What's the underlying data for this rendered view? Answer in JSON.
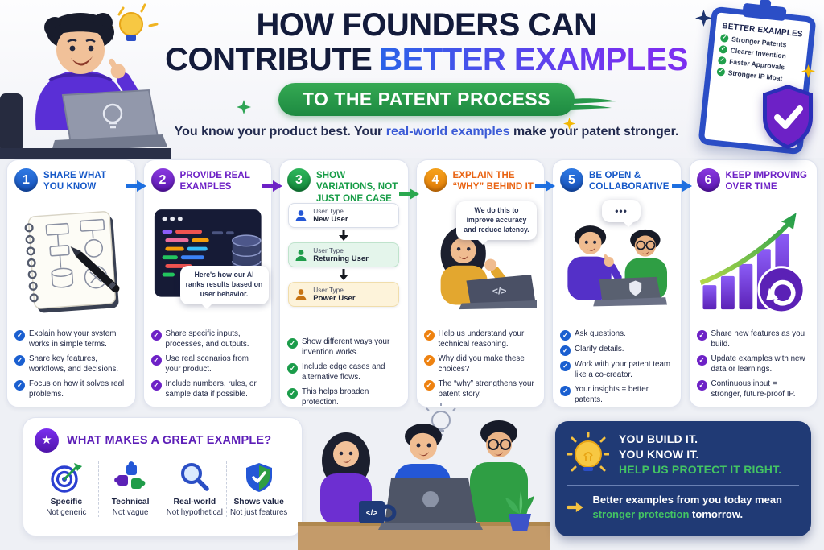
{
  "header": {
    "title_line1": "HOW FOUNDERS CAN",
    "title_line2_prefix": "CONTRIBUTE",
    "title_line2_highlight": "BETTER EXAMPLES",
    "ribbon": "TO THE PATENT PROCESS",
    "subtitle_pre": "You know your product best. Your ",
    "subtitle_highlight": "real-world examples",
    "subtitle_post": " make your patent stronger."
  },
  "clipboard": {
    "title": "BETTER EXAMPLES",
    "items": [
      "Stronger Patents",
      "Clearer Invention",
      "Faster Approvals",
      "Stronger IP Moat"
    ]
  },
  "columns": [
    {
      "number": "1",
      "title": "SHARE WHAT YOU KNOW",
      "bullets": [
        "Explain how your system works in simple terms.",
        "Share key features, workflows, and decisions.",
        "Focus on how it solves real problems."
      ]
    },
    {
      "number": "2",
      "title": "PROVIDE REAL EXAMPLES",
      "speech_bubble": "Here's how our AI ranks results based on user behavior.",
      "bullets": [
        "Share specific inputs, processes, and outputs.",
        "Use real scenarios from your product.",
        "Include numbers, rules, or sample data if possible."
      ]
    },
    {
      "number": "3",
      "title": "SHOW VARIATIONS, NOT JUST ONE CASE",
      "flow": [
        {
          "label": "User Type",
          "value": "New User"
        },
        {
          "label": "User Type",
          "value": "Returning User"
        },
        {
          "label": "User Type",
          "value": "Power User"
        }
      ],
      "bullets": [
        "Show different ways your invention works.",
        "Include edge cases and alternative flows.",
        "This helps broaden protection."
      ]
    },
    {
      "number": "4",
      "title": "EXPLAIN THE “WHY” BEHIND IT",
      "speech_bubble": "We do this to improve accuracy and reduce latency.",
      "laptop_label": "</>",
      "bullets": [
        "Help us understand your technical reasoning.",
        "Why did you make these choices?",
        "The “why” strengthens your patent story."
      ]
    },
    {
      "number": "5",
      "title": "BE OPEN & COLLABORATIVE",
      "speech_bubble": "•••",
      "bullets": [
        "Ask questions.",
        "Clarify details.",
        "Work with your patent team like a co-creator.",
        "Your insights = better patents."
      ]
    },
    {
      "number": "6",
      "title": "KEEP IMPROVING OVER TIME",
      "bullets": [
        "Share new features as you build.",
        "Update examples with new data or learnings.",
        "Continuous input = stronger, future-proof IP."
      ]
    }
  ],
  "great_example": {
    "title": "WHAT MAKES A GREAT EXAMPLE?",
    "items": [
      {
        "icon": "target-icon",
        "line1": "Specific",
        "line2": "Not generic"
      },
      {
        "icon": "puzzle-icon",
        "line1": "Technical",
        "line2": "Not vague"
      },
      {
        "icon": "magnifier-icon",
        "line1": "Real-world",
        "line2": "Not hypothetical"
      },
      {
        "icon": "shield-check-icon",
        "line1": "Shows value",
        "line2": "Not just features"
      }
    ]
  },
  "cta": {
    "line1": "YOU BUILD IT.",
    "line2": "YOU KNOW IT.",
    "line3": "HELP US PROTECT IT RIGHT.",
    "message_pre": "Better examples from you today mean ",
    "message_highlight": "stronger protection",
    "message_post": " tomorrow."
  },
  "team_illustration": {
    "mug_label": "</>"
  },
  "icons": {
    "check": "✓",
    "star": "★"
  },
  "colors": {
    "blue": "#1a5fd0",
    "purple": "#6d21c6",
    "green": "#1b9c4a",
    "orange": "#ee8210",
    "navy_title": "#131b3b",
    "ribbon_green": "#27984b",
    "cta_navy": "#203a75",
    "cta_green": "#43c463",
    "subtitle_highlight": "#3b5bd6",
    "title_gradient_from": "#2a63e8",
    "title_gradient_to": "#7b2ff0"
  }
}
